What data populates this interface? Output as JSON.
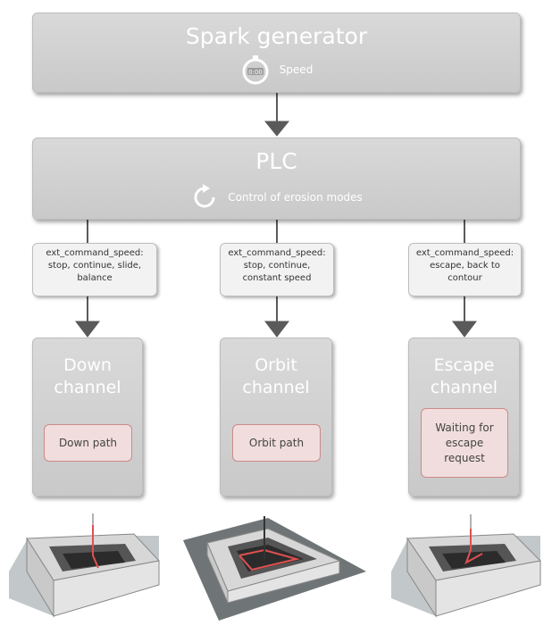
{
  "spark": {
    "title": "Spark generator",
    "clock_text": "0:00",
    "sub": "Speed"
  },
  "plc": {
    "title": "PLC",
    "sub": "Control of erosion modes"
  },
  "notes": [
    {
      "lines": [
        "ext_command_speed:",
        "stop, continue, slide,",
        "balance"
      ]
    },
    {
      "lines": [
        "ext_command_speed:",
        "stop, continue,",
        "constant speed"
      ]
    },
    {
      "lines": [
        "ext_command_speed:",
        "escape, back to",
        "contour"
      ]
    }
  ],
  "channels": [
    {
      "title1": "Down",
      "title2": "channel",
      "path_lines": [
        "Down path"
      ]
    },
    {
      "title1": "Orbit",
      "title2": "channel",
      "path_lines": [
        "Orbit path"
      ]
    },
    {
      "title1": "Escape",
      "title2": "channel",
      "path_lines": [
        "Waiting for",
        "escape",
        "request"
      ]
    }
  ],
  "colors": {
    "box": "#cfcfcf",
    "arrow": "#5a5a5a",
    "path_fill": "#f1dddd",
    "path_border": "#cc8a8a",
    "tool": "#e05050"
  }
}
